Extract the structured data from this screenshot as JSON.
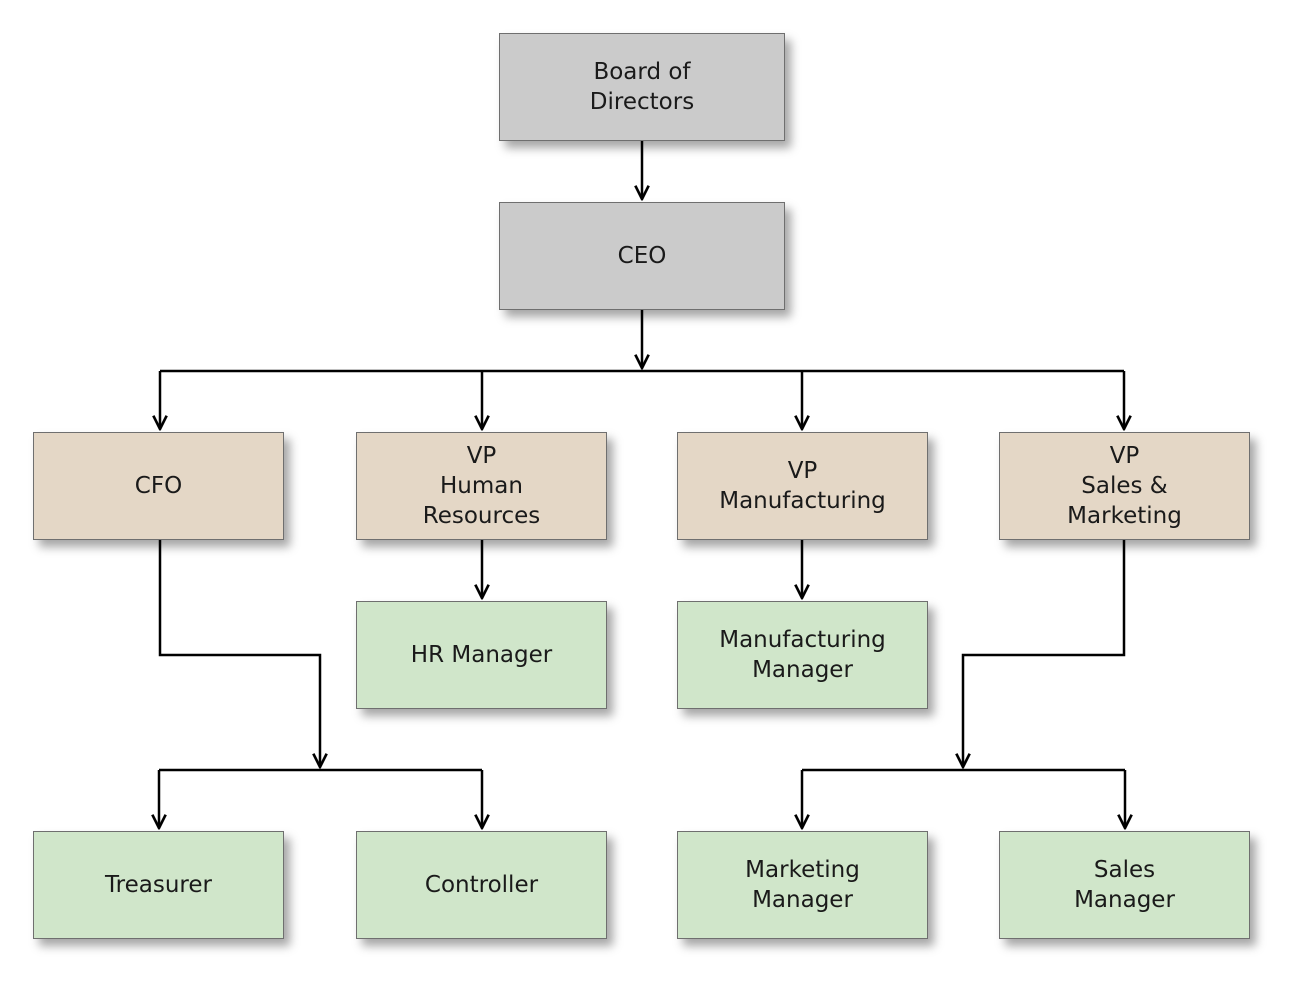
{
  "colors": {
    "board": "#cbcbcb",
    "vp": "#e4d7c6",
    "manager": "#d0e6ca",
    "connector": "#000000"
  },
  "nodes": {
    "board": "Board of\nDirectors",
    "ceo": "CEO",
    "cfo": "CFO",
    "vp_hr": "VP\nHuman\nResources",
    "vp_manufacturing": "VP\nManufacturing",
    "vp_sales_marketing": "VP\nSales &\nMarketing",
    "hr_manager": "HR Manager",
    "manufacturing_manager": "Manufacturing\nManager",
    "treasurer": "Treasurer",
    "controller": "Controller",
    "marketing_manager": "Marketing\nManager",
    "sales_manager": "Sales\nManager"
  },
  "edges": [
    [
      "board",
      "ceo"
    ],
    [
      "ceo",
      "cfo"
    ],
    [
      "ceo",
      "vp_hr"
    ],
    [
      "ceo",
      "vp_manufacturing"
    ],
    [
      "ceo",
      "vp_sales_marketing"
    ],
    [
      "vp_hr",
      "hr_manager"
    ],
    [
      "vp_manufacturing",
      "manufacturing_manager"
    ],
    [
      "cfo",
      "treasurer"
    ],
    [
      "cfo",
      "controller"
    ],
    [
      "vp_sales_marketing",
      "marketing_manager"
    ],
    [
      "vp_sales_marketing",
      "sales_manager"
    ]
  ]
}
